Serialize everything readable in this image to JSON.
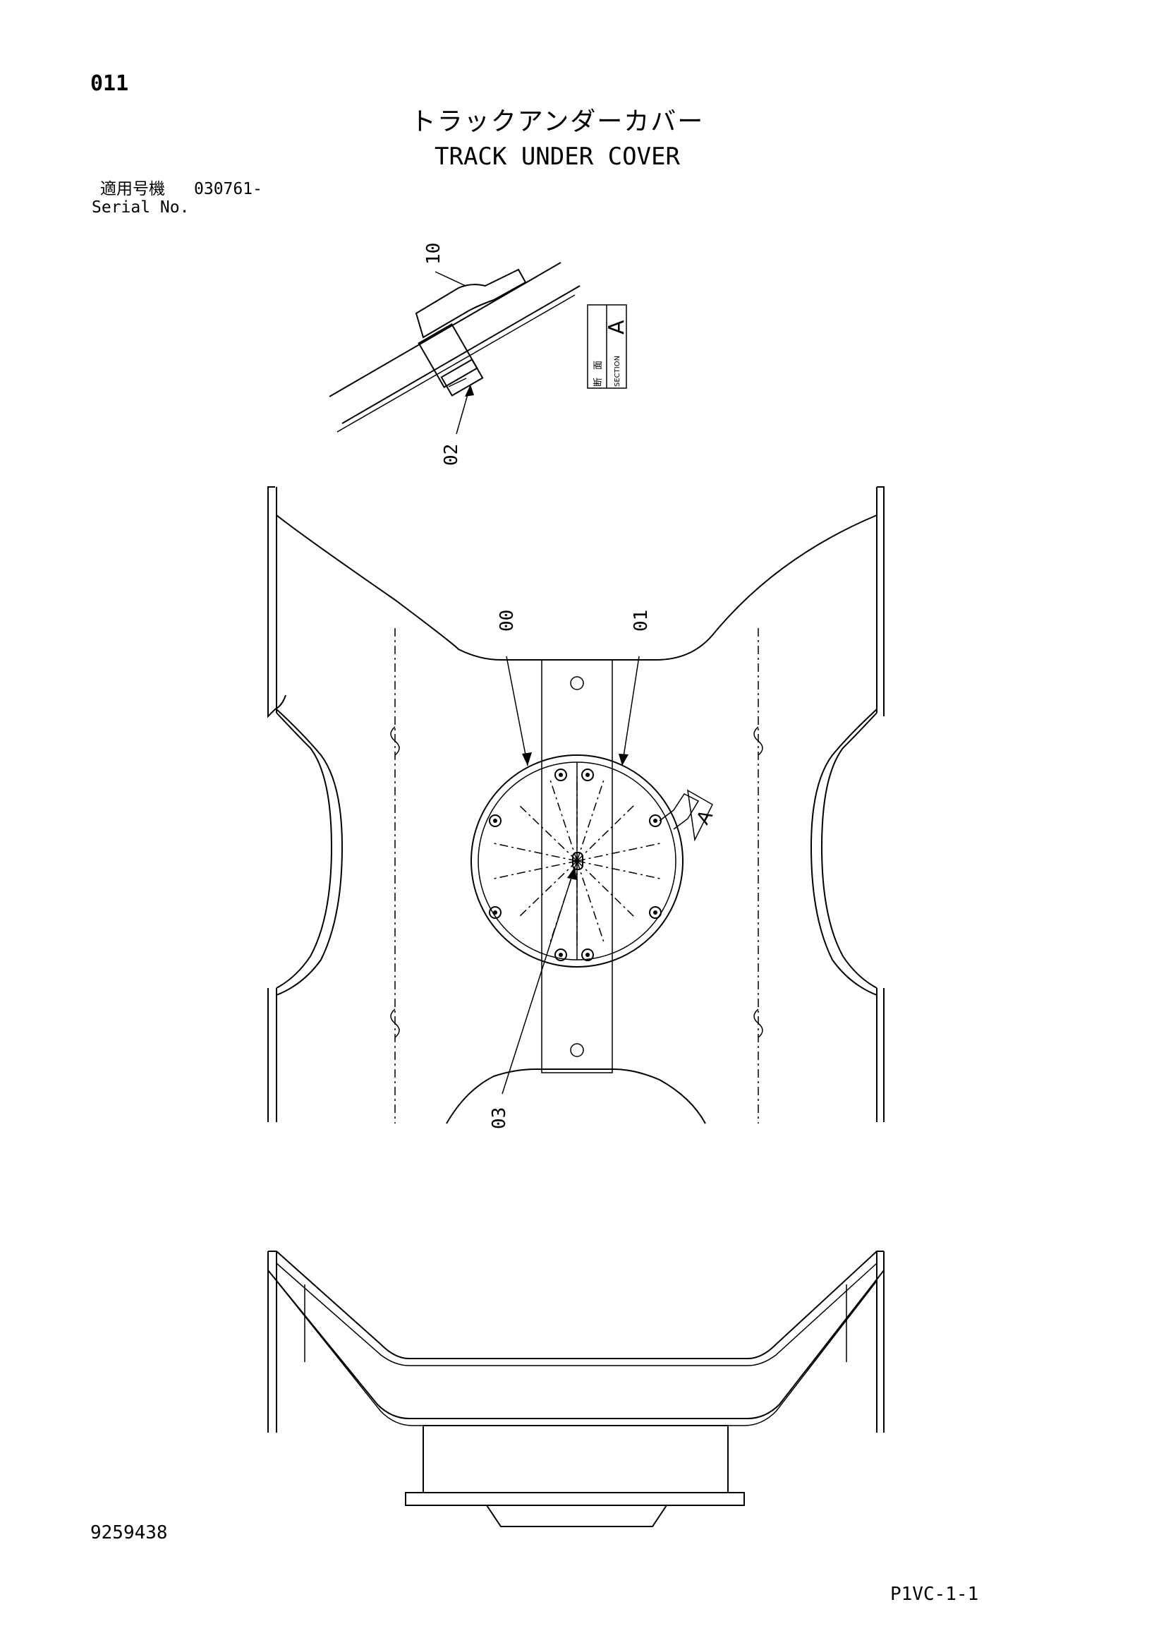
{
  "page": {
    "number": "011"
  },
  "title": {
    "japanese": "トラックアンダーカバー",
    "english": "TRACK UNDER COVER"
  },
  "serial": {
    "label_jp": "適用号機",
    "label_en": "Serial No.",
    "value": "030761-"
  },
  "section": {
    "kanji_1": "断",
    "kanji_2": "面",
    "word": "SECTION",
    "letter": "A"
  },
  "callouts": {
    "c10": "10",
    "c02": "02",
    "c00": "00",
    "c01": "01",
    "c03": "03",
    "marker_a": "A"
  },
  "footer": {
    "doc_number": "9259438",
    "page_code": "P1VC-1-1"
  }
}
